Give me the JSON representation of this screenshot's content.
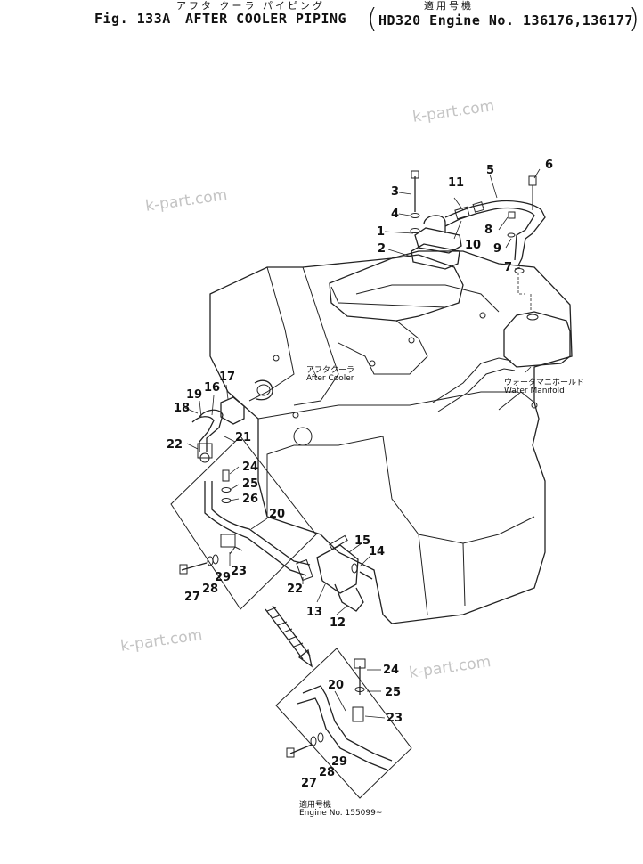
{
  "header": {
    "fig_no": "Fig. 133A",
    "title": "AFTER COOLER PIPING",
    "title_jp": "アフタ クーラ パイピング",
    "applicability_jp": "適用号機",
    "applicability": "HD320 Engine No. 136176,136177"
  },
  "watermark": {
    "text": "k-part.com"
  },
  "labels": {
    "after_cooler_jp": "アフタクーラ",
    "after_cooler": "After Cooler",
    "water_manifold_jp": "ウォータマニホールド",
    "water_manifold": "Water Manifold",
    "inset_jp": "適用号機",
    "inset_engine": "Engine No. 155099~"
  },
  "callouts": [
    "1",
    "2",
    "3",
    "4",
    "5",
    "6",
    "7",
    "8",
    "9",
    "10",
    "11",
    "12",
    "13",
    "14",
    "15",
    "16",
    "17",
    "18",
    "19",
    "20",
    "21",
    "22",
    "23",
    "24",
    "25",
    "26",
    "27",
    "28",
    "29"
  ],
  "lower_callouts": [
    "20",
    "23",
    "24",
    "25",
    "27",
    "28",
    "29"
  ]
}
